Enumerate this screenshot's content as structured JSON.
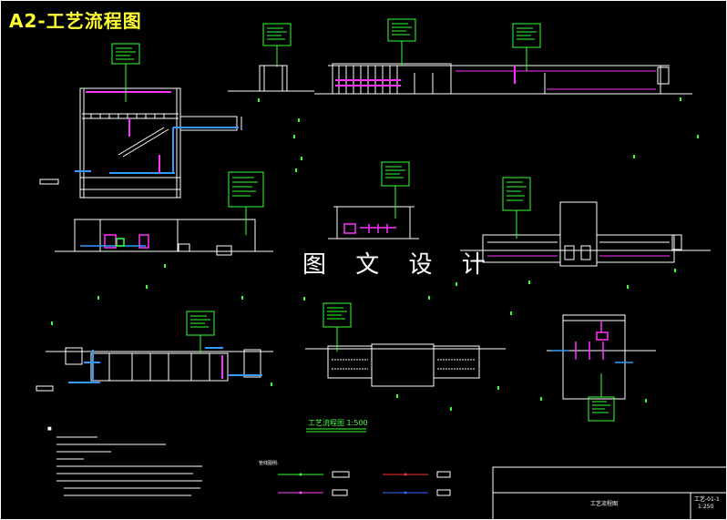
{
  "title": "A2-工艺流程图",
  "watermark": "图 文 设 计",
  "caption": "工艺流程图 1:500",
  "legend": {
    "title": "管线图例:",
    "colors": [
      "#33ff33",
      "#ff44ff",
      "#ff3333",
      "#3366ff"
    ]
  },
  "title_block": {
    "drawing_name": "工艺流程图",
    "drawing_number": "工艺-01-1",
    "scale": "1:250"
  },
  "colors": {
    "background": "#000000",
    "outline": "#ffffff",
    "annotation": "#33ff33",
    "pipe_magenta": "#ff33ff",
    "pipe_blue": "#3399ff",
    "title": "#ffff33"
  }
}
